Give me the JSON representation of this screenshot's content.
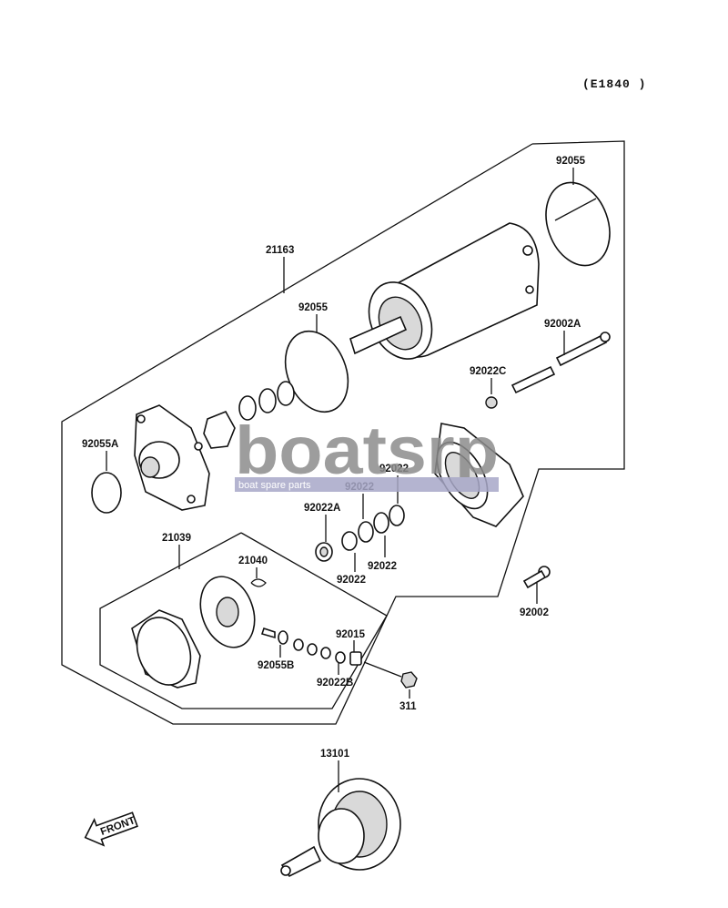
{
  "ref_code": "(E1840 )",
  "parts": [
    {
      "key": "p92055_top",
      "code": "92055"
    },
    {
      "key": "p21163",
      "code": "21163"
    },
    {
      "key": "p92055_mid",
      "code": "92055"
    },
    {
      "key": "p92002A",
      "code": "92002A"
    },
    {
      "key": "p92022C",
      "code": "92022C"
    },
    {
      "key": "p92055A",
      "code": "92055A"
    },
    {
      "key": "p92022_a",
      "code": "92022"
    },
    {
      "key": "p92022_b",
      "code": "92022"
    },
    {
      "key": "p92022A",
      "code": "92022A"
    },
    {
      "key": "p92022_c",
      "code": "92022"
    },
    {
      "key": "p92022_d",
      "code": "92022"
    },
    {
      "key": "p21039",
      "code": "21039"
    },
    {
      "key": "p21040",
      "code": "21040"
    },
    {
      "key": "p92002",
      "code": "92002"
    },
    {
      "key": "p92015",
      "code": "92015"
    },
    {
      "key": "p92055B",
      "code": "92055B"
    },
    {
      "key": "p92022B",
      "code": "92022B"
    },
    {
      "key": "p311",
      "code": "311"
    },
    {
      "key": "p13101",
      "code": "13101"
    }
  ],
  "front_label": "FRONT",
  "watermark": {
    "text": "boatsrp",
    "sub": "boat spare parts",
    "colors": {
      "main": "#8c8c8c",
      "sub_bg": "#a8a8c8"
    }
  }
}
